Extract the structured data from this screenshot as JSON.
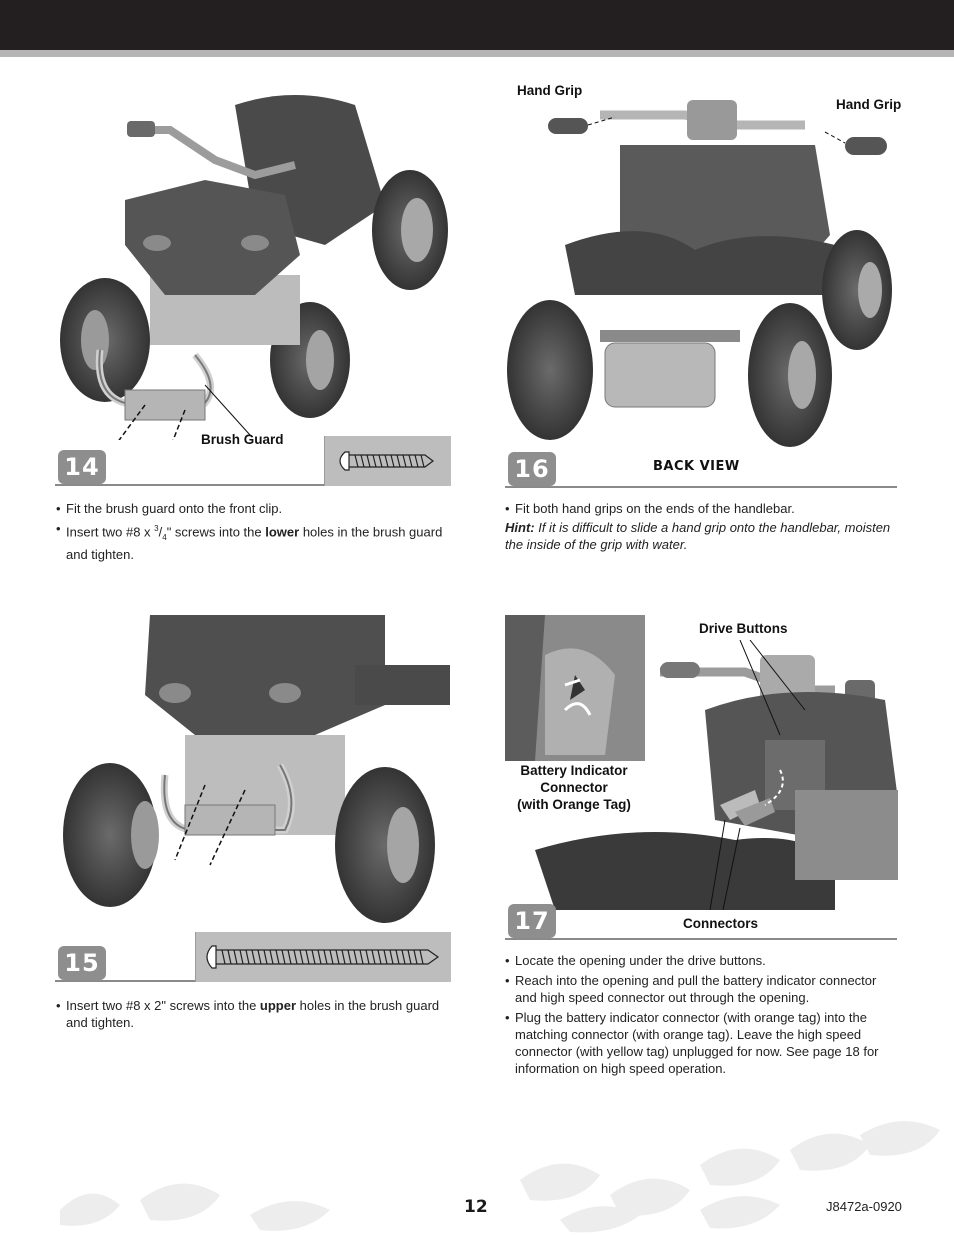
{
  "page": {
    "number": "12",
    "doc_code": "J8472a-0920"
  },
  "step14": {
    "number": "14",
    "callout_brush_guard": "Brush Guard",
    "bullet1": "Fit the brush guard onto the front clip.",
    "bullet2_pre": "Insert two #8 x ",
    "bullet2_frac_num": "3",
    "bullet2_frac_den": "4",
    "bullet2_mid": "\" screws into the ",
    "bullet2_bold": "lower",
    "bullet2_post": " holes in the brush guard and tighten."
  },
  "step15": {
    "number": "15",
    "bullet1_pre": "Insert two #8 x 2\" screws into the ",
    "bullet1_bold": "upper",
    "bullet1_post": " holes in the brush guard and tighten."
  },
  "step16": {
    "number": "16",
    "view_label": "BACK VIEW",
    "callout_left": "Hand Grip",
    "callout_right": "Hand Grip",
    "bullet1": "Fit both hand grips on the ends of the handlebar.",
    "hint_label": "Hint:",
    "hint_text": " If it is difficult to slide a hand grip onto the handlebar, moisten the inside of the grip with water."
  },
  "step17": {
    "number": "17",
    "callout_drive": "Drive Buttons",
    "callout_battery_1": "Battery Indicator",
    "callout_battery_2": "Connector",
    "callout_battery_3": "(with Orange Tag)",
    "callout_connectors": "Connectors",
    "bullet1": "Locate the opening under the drive buttons.",
    "bullet2": "Reach into the opening and pull the battery indicator connector and high speed connector out through the opening.",
    "bullet3": "Plug the battery indicator connector (with orange tag) into the matching connector (with orange tag). Leave the high speed connector (with yellow tag) unplugged for now. See page 18 for information on high speed operation."
  },
  "icons": {
    "screw_short": "screw-short-icon",
    "screw_long": "screw-long-icon"
  }
}
